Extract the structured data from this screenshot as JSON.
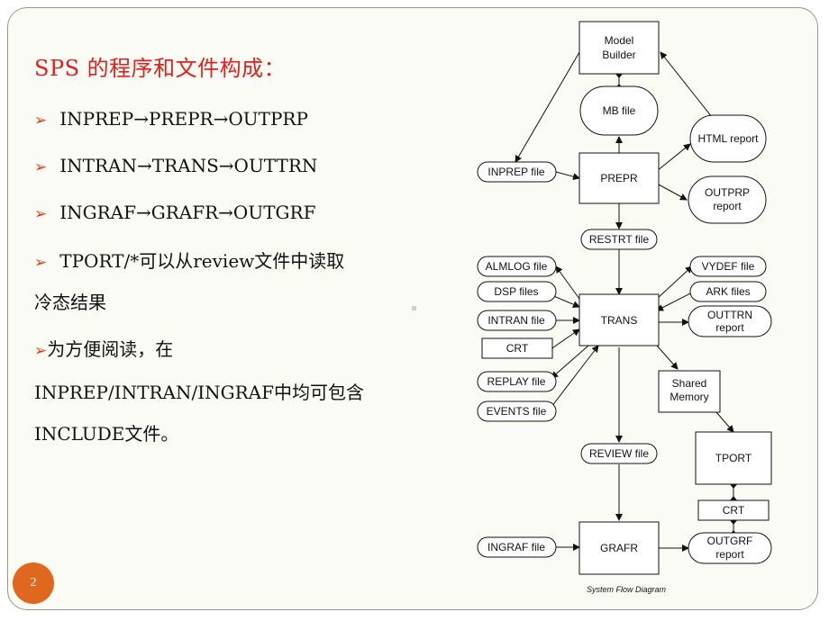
{
  "slide": {
    "title": "SPS 的程序和文件构成：",
    "bullets": [
      "INPREP→PREPR→OUTPRP",
      "INTRAN→TRANS→OUTTRN",
      "INGRAF→GRAFR→OUTGRF",
      "TPORT/*可以从review文件中读取",
      "为方便阅读，在"
    ],
    "bullet_continuations": [
      "冷态结果",
      "INPREP/INTRAN/INGRAF中均可包含",
      "INCLUDE文件。"
    ],
    "page_number": "2"
  },
  "diagram": {
    "caption": "System Flow Diagram",
    "boxes": {
      "model_builder": [
        "Model",
        "Builder"
      ],
      "mb_file": "MB file",
      "html_report": "HTML report",
      "inprep_file": "INPREP file",
      "prepr": "PREPR",
      "outprp_report": [
        "OUTPRP",
        "report"
      ],
      "restrt_file": "RESTRT file",
      "almlog_file": "ALMLOG file",
      "dsp_files": "DSP files",
      "intran_file": "INTRAN file",
      "crt_left": "CRT",
      "trans": "TRANS",
      "vydef_file": "VYDEF file",
      "ark_files": "ARK files",
      "outtrn_report": [
        "OUTTRN",
        "report"
      ],
      "replay_file": "REPLAY file",
      "events_file": "EVENTS file",
      "shared_memory": [
        "Shared",
        "Memory"
      ],
      "tport": "TPORT",
      "crt_right": "CRT",
      "review_file": "REVIEW file",
      "ingraf_file": "INGRAF file",
      "grafr": "GRAFR",
      "outgrf_report": [
        "OUTGRF",
        "report"
      ]
    }
  }
}
